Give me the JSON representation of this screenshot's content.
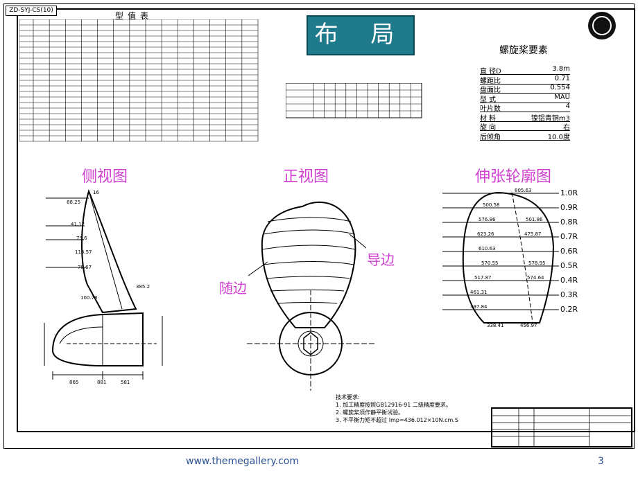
{
  "drawing_number": "ZD-SYJ-CS(10)",
  "title": "布 局",
  "sections": {
    "side_view": "侧视图",
    "front_view": "正视图",
    "expanded_outline": "伸张轮廓图"
  },
  "labels": {
    "leading_edge": "导边",
    "trailing_edge": "随边"
  },
  "coord_table": {
    "title": "型值表"
  },
  "spec": {
    "title": "螺旋桨要素",
    "rows": [
      {
        "key": "直 径D",
        "value": "3.8m"
      },
      {
        "key": "螺距比",
        "value": "0.71"
      },
      {
        "key": "盘面比",
        "value": "0.554"
      },
      {
        "key": "型 式",
        "value": "MAU"
      },
      {
        "key": "叶片数",
        "value": "4"
      },
      {
        "key": "材 料",
        "value": "镍铝青铜m3"
      },
      {
        "key": "旋 向",
        "value": "右"
      },
      {
        "key": "后倾角",
        "value": "10.0度"
      }
    ]
  },
  "radii": [
    "1.0R",
    "0.9R",
    "0.8R",
    "0.7R",
    "0.6R",
    "0.5R",
    "0.4R",
    "0.3R",
    "0.2R"
  ],
  "expanded_dims": [
    "805.63",
    "500.58",
    "576.86",
    "623.26",
    "610.63",
    "570.55",
    "517.87",
    "461.31",
    "397.84",
    "338.41",
    "456.97",
    "501.86",
    "475.87",
    "578.95",
    "574.64"
  ],
  "side_dims": [
    "16",
    "88.25",
    "41.17",
    "79.6",
    "113.57",
    "78.67",
    "100.78",
    "385.2",
    "865",
    "881",
    "581"
  ],
  "notes": [
    "技术要求:",
    "1. 加工精度按照GB12916-91 二级精度要求。",
    "2. 螺旋桨须作静平衡试验。",
    "3. 不平衡力矩不超过 Imp=436.012×10N.cm.S"
  ],
  "footer": {
    "url": "www.themegallery.com",
    "page": "3"
  },
  "colors": {
    "title_bg": "#1f7a8c",
    "section_text": "#d040d0",
    "footer_text": "#2a4f8f"
  }
}
